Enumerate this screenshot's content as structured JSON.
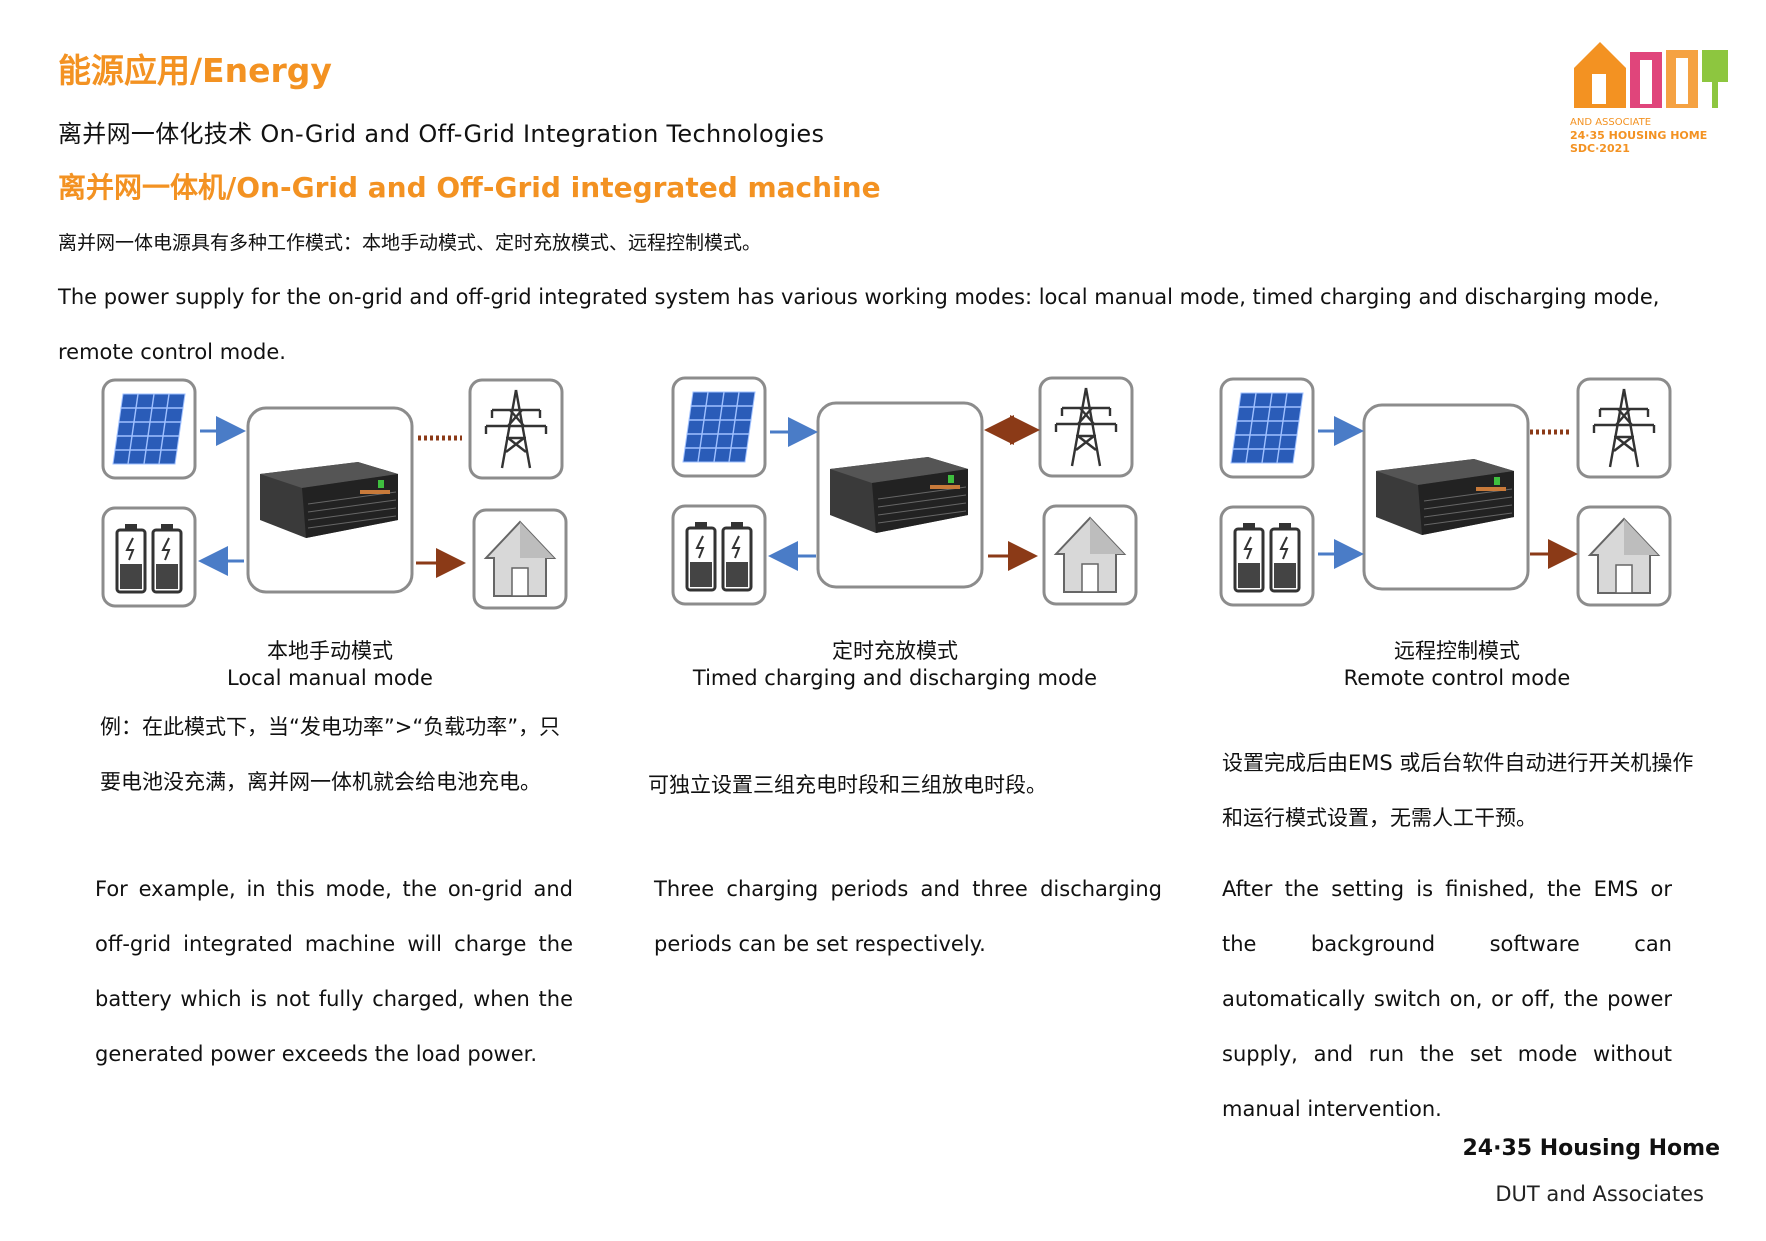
{
  "header": {
    "title": "能源应用/Energy",
    "subtitle": "离并网一体化技术  On-Grid and Off-Grid Integration Technologies",
    "section": "离并网一体机/On-Grid and Off-Grid integrated machine"
  },
  "intro": {
    "cn": "离并网一体电源具有多种工作模式：本地手动模式、定时充放模式、远程控制模式。",
    "en": "The power supply for the on-grid and off-grid integrated system has various working modes: local manual mode, timed charging and discharging mode, remote control mode."
  },
  "logo": {
    "line1": "AND ASSOCIATE",
    "line2": "24·35  HOUSING HOME",
    "line3": "SDC·2021"
  },
  "modes": [
    {
      "caption_cn": "本地手动模式",
      "caption_en": "Local manual mode",
      "desc_cn": "例：在此模式下，当“发电功率”>“负载功率”，只要电池没充满，离并网一体机就会给电池充电。",
      "desc_en": "For example, in this mode, the on-grid and off-grid integrated machine will charge the battery which is not fully charged, when the generated power exceeds the load power."
    },
    {
      "caption_cn": "定时充放模式",
      "caption_en": "Timed charging and discharging mode",
      "desc_cn": "可独立设置三组充电时段和三组放电时段。",
      "desc_en": "Three charging periods and three discharging periods can be set respectively."
    },
    {
      "caption_cn": "远程控制模式",
      "caption_en": "Remote control mode",
      "desc_cn": "设置完成后由EMS 或后台软件自动进行开关机操作和运行模式设置，无需人工干预。",
      "desc_en": "After the setting is finished, the EMS or the background software can automatically switch on, or off, the power supply, and run the set mode without manual intervention."
    }
  ],
  "colors": {
    "accent": "#f39222",
    "arrow_blue": "#4a7cc7",
    "arrow_brown": "#8b3a17"
  },
  "footer": {
    "line1": "24·35 Housing Home",
    "line2": "DUT and Associates"
  }
}
